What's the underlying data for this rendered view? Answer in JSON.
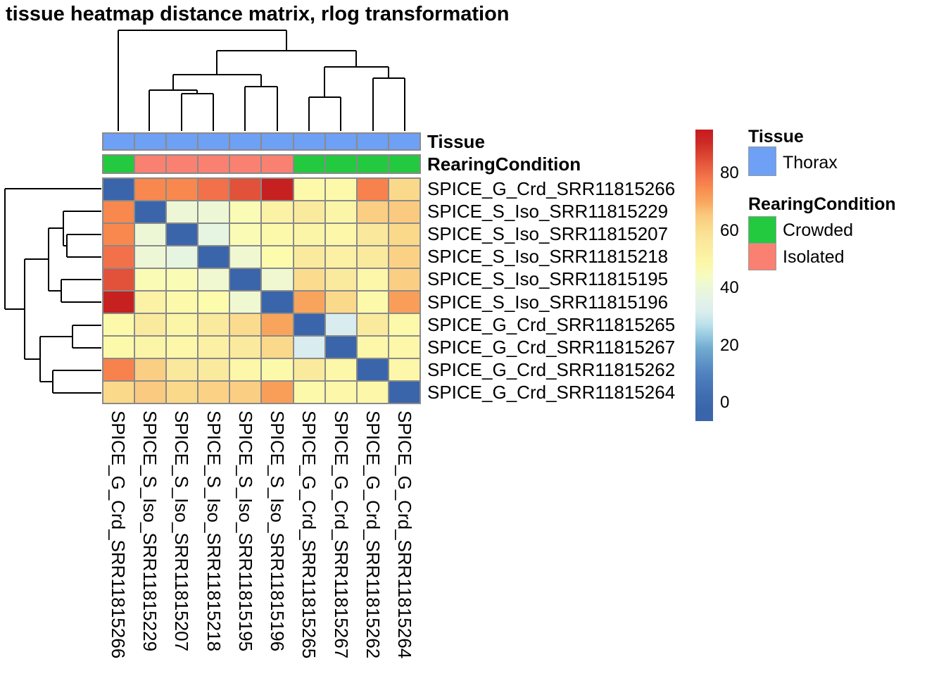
{
  "title": "tissue heatmap distance matrix, rlog transformation",
  "annotation_labels": {
    "tissue": "Tissue",
    "rearing": "RearingCondition"
  },
  "legend": {
    "tissue_title": "Tissue",
    "thorax": "Thorax",
    "rearing_title": "RearingCondition",
    "crowded": "Crowded",
    "isolated": "Isolated",
    "colorbar_ticks": [
      "80",
      "60",
      "40",
      "20",
      "0"
    ]
  },
  "chart_data": {
    "type": "heatmap",
    "title": "tissue heatmap distance matrix, rlog transformation",
    "labels": [
      "SPICE_G_Crd_SRR11815266",
      "SPICE_S_Iso_SRR11815229",
      "SPICE_S_Iso_SRR11815207",
      "SPICE_S_Iso_SRR11815218",
      "SPICE_S_Iso_SRR11815195",
      "SPICE_S_Iso_SRR11815196",
      "SPICE_G_Crd_SRR11815265",
      "SPICE_G_Crd_SRR11815267",
      "SPICE_G_Crd_SRR11815262",
      "SPICE_G_Crd_SRR11815264"
    ],
    "matrix": [
      [
        0,
        76,
        76,
        80,
        85,
        94,
        48,
        48,
        77,
        62
      ],
      [
        76,
        0,
        41,
        41,
        46,
        51,
        56,
        50,
        65,
        66
      ],
      [
        76,
        41,
        0,
        38,
        46,
        48,
        50,
        49,
        57,
        62
      ],
      [
        80,
        41,
        38,
        0,
        42,
        47,
        56,
        52,
        56,
        64
      ],
      [
        85,
        46,
        46,
        42,
        0,
        42,
        61,
        56,
        49,
        65
      ],
      [
        94,
        51,
        48,
        47,
        42,
        0,
        71,
        62,
        48,
        72
      ],
      [
        48,
        56,
        50,
        56,
        61,
        71,
        0,
        31,
        56,
        48
      ],
      [
        48,
        50,
        49,
        52,
        56,
        62,
        31,
        0,
        49,
        49
      ],
      [
        77,
        65,
        57,
        56,
        49,
        48,
        56,
        49,
        0,
        49
      ],
      [
        62,
        66,
        62,
        64,
        65,
        72,
        48,
        49,
        49,
        0
      ]
    ],
    "color_scale": {
      "vmin": 0,
      "vmax": 95,
      "legend_ticks": [
        80,
        60,
        40,
        20,
        0
      ],
      "legend_tick_fractions": [
        0.15,
        0.347,
        0.544,
        0.741,
        0.938
      ],
      "gradient_value_top": 96,
      "gradient_value_bottom": -6
    },
    "colormap_stops": [
      [
        0,
        "#3A65AA"
      ],
      [
        10,
        "#4E7FBE"
      ],
      [
        20,
        "#74ADD1"
      ],
      [
        26,
        "#ABD9E9"
      ],
      [
        31,
        "#D9ECF0"
      ],
      [
        36,
        "#E2F3E8"
      ],
      [
        40,
        "#EAF6DA"
      ],
      [
        44,
        "#F5FAC8"
      ],
      [
        47,
        "#FCFCAC"
      ],
      [
        52,
        "#FBF0A4"
      ],
      [
        57,
        "#FAE89C"
      ],
      [
        62,
        "#FBD98A"
      ],
      [
        66,
        "#FACA80"
      ],
      [
        71,
        "#F9A45C"
      ],
      [
        76,
        "#F8884E"
      ],
      [
        80,
        "#F2714A"
      ],
      [
        85,
        "#E25139"
      ],
      [
        90,
        "#D03227"
      ],
      [
        95,
        "#C51B20"
      ]
    ],
    "column_annotations": {
      "Tissue": [
        "Thorax",
        "Thorax",
        "Thorax",
        "Thorax",
        "Thorax",
        "Thorax",
        "Thorax",
        "Thorax",
        "Thorax",
        "Thorax"
      ],
      "RearingCondition": [
        "Crowded",
        "Isolated",
        "Isolated",
        "Isolated",
        "Isolated",
        "Isolated",
        "Crowded",
        "Crowded",
        "Crowded",
        "Crowded"
      ]
    },
    "annotation_colors": {
      "Thorax": "#6EA0F5",
      "Crowded": "#23C93E",
      "Isolated": "#FA8072"
    },
    "clustering": {
      "top_dendrogram_segments": [
        [
          168,
          186,
          168,
          43
        ],
        [
          212,
          186,
          212,
          128
        ],
        [
          258,
          186,
          258,
          133
        ],
        [
          303,
          186,
          303,
          133
        ],
        [
          348,
          186,
          348,
          123
        ],
        [
          394,
          186,
          394,
          123
        ],
        [
          439,
          186,
          439,
          138
        ],
        [
          484,
          186,
          484,
          138
        ],
        [
          530,
          186,
          530,
          111
        ],
        [
          575,
          186,
          575,
          111
        ],
        [
          258,
          133,
          303,
          133
        ],
        [
          280,
          133,
          280,
          128
        ],
        [
          212,
          128,
          280,
          128
        ],
        [
          246,
          128,
          246,
          106
        ],
        [
          348,
          123,
          394,
          123
        ],
        [
          371,
          123,
          371,
          106
        ],
        [
          246,
          106,
          371,
          106
        ],
        [
          308,
          106,
          308,
          72
        ],
        [
          439,
          138,
          484,
          138
        ],
        [
          461,
          138,
          461,
          95
        ],
        [
          530,
          111,
          575,
          111
        ],
        [
          552,
          111,
          552,
          95
        ],
        [
          461,
          95,
          552,
          95
        ],
        [
          506,
          95,
          506,
          72
        ],
        [
          308,
          72,
          506,
          72
        ],
        [
          407,
          72,
          407,
          43
        ],
        [
          168,
          43,
          407,
          43
        ]
      ],
      "left_dendrogram_segments": [
        [
          144,
          268,
          7,
          268
        ],
        [
          144,
          300,
          90,
          300
        ],
        [
          144,
          333,
          95,
          333
        ],
        [
          144,
          365,
          95,
          365
        ],
        [
          144,
          397,
          87,
          397
        ],
        [
          144,
          429,
          87,
          429
        ],
        [
          144,
          462,
          103,
          462
        ],
        [
          144,
          494,
          103,
          494
        ],
        [
          144,
          526,
          75,
          526
        ],
        [
          144,
          558,
          75,
          558
        ],
        [
          95,
          333,
          95,
          365
        ],
        [
          95,
          349,
          90,
          349
        ],
        [
          90,
          300,
          90,
          349
        ],
        [
          90,
          324,
          69,
          324
        ],
        [
          87,
          397,
          87,
          429
        ],
        [
          87,
          413,
          69,
          413
        ],
        [
          69,
          324,
          69,
          413
        ],
        [
          69,
          368,
          35,
          368
        ],
        [
          103,
          462,
          103,
          494
        ],
        [
          103,
          478,
          57,
          478
        ],
        [
          75,
          526,
          75,
          558
        ],
        [
          75,
          542,
          57,
          542
        ],
        [
          57,
          478,
          57,
          542
        ],
        [
          57,
          510,
          35,
          510
        ],
        [
          35,
          368,
          35,
          510
        ],
        [
          35,
          439,
          7,
          439
        ],
        [
          7,
          268,
          7,
          439
        ]
      ]
    }
  }
}
